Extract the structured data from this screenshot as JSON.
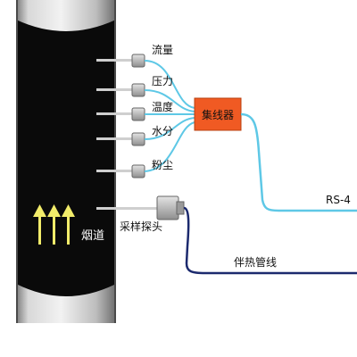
{
  "sensors": [
    {
      "label": "流量"
    },
    {
      "label": "压力"
    },
    {
      "label": "温度"
    },
    {
      "label": "水分"
    },
    {
      "label": "粉尘"
    }
  ],
  "concentrator": {
    "label": "集线器",
    "color": "#f05a23"
  },
  "flue_label": "烟道",
  "probe_label": "采样探头",
  "heated_line_label": "伴热管线",
  "comm_label": "RS-4",
  "colors": {
    "chimney": "#0a0a0a",
    "arrow": "#f2ec6a",
    "cable": "#5ec8e6",
    "heated_line": "#1c2a6e"
  }
}
